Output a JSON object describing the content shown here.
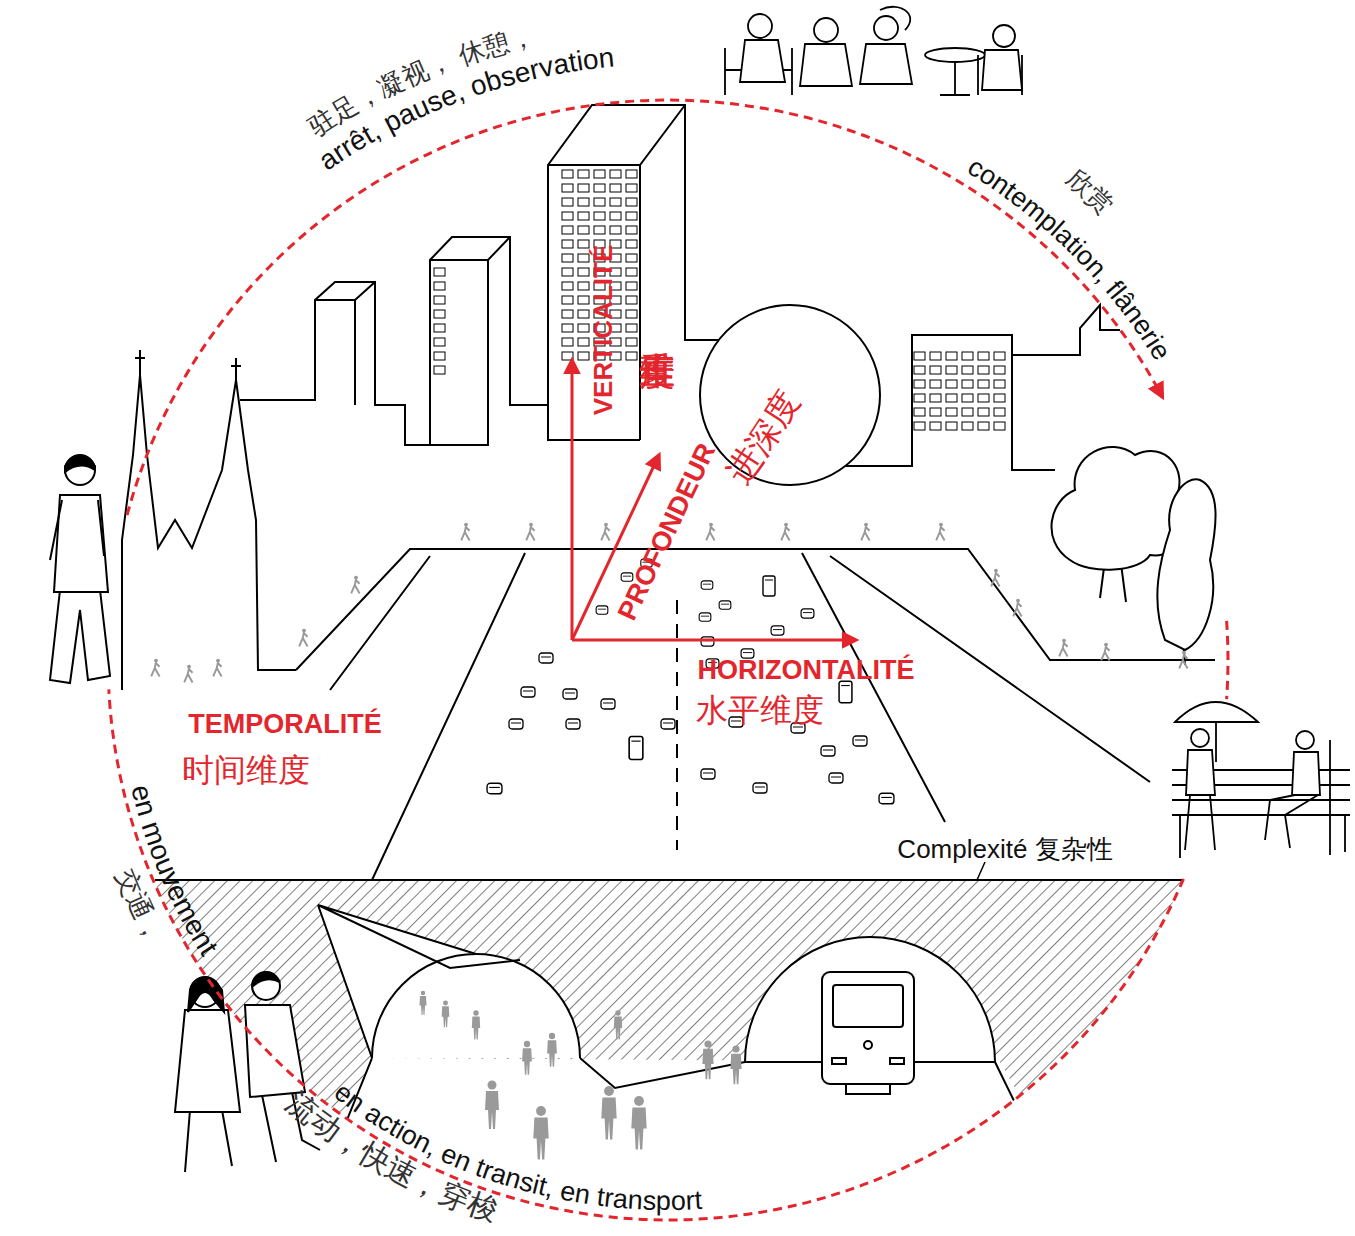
{
  "diagram": {
    "labels": [
      "驻足，凝视， 休憩，",
      "arrêt, pause, observation",
      "欣赏",
      "contemplation, flânerie",
      "VERTICALITÉ",
      "垂直维度",
      "PROFONDEUR",
      "进深度",
      "HORIZONTALITÉ",
      "水平维度",
      "TEMPORALITÉ",
      "时间维度",
      "en mouvement",
      "交通，",
      "Complexité 复杂性",
      "en action, en transit, en transport",
      "流动，快速，穿梭"
    ]
  }
}
